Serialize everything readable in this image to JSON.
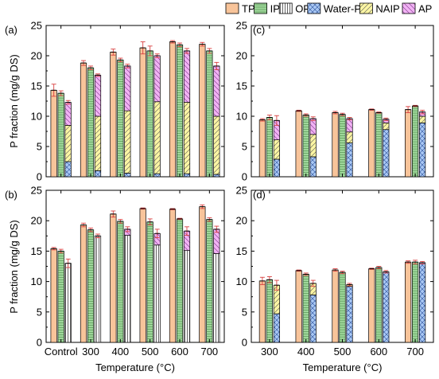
{
  "colors": {
    "TP": "#f8c49a",
    "IP": "#9ed79a",
    "OP": "#ffffff",
    "Water-P": "#a9c8f4",
    "NAIP": "#fbf5a3",
    "AP": "#f1b2f3",
    "error": "#d94040"
  },
  "legend": {
    "entries": [
      {
        "key": "TP",
        "label": "TP"
      },
      {
        "key": "IP",
        "label": "IP"
      },
      {
        "key": "OP",
        "label": "OP"
      },
      {
        "key": "Water-P",
        "label": "Water-P"
      },
      {
        "key": "NAIP",
        "label": "NAIP"
      },
      {
        "key": "AP",
        "label": "AP"
      }
    ]
  },
  "chart_data": [
    {
      "panel": "(a)",
      "type": "bar",
      "grouped_stacked": true,
      "ylabel": "P fraction (mg/g DS)",
      "xlabel": "",
      "ylim": [
        0,
        25
      ],
      "yticks": [
        0,
        5,
        10,
        15,
        20,
        25
      ],
      "categories": [
        "Control",
        "300",
        "400",
        "500",
        "600",
        "700"
      ],
      "show_category_labels": false,
      "bars": [
        {
          "key": "TP",
          "segments": [
            {
              "key": "TP",
              "values": [
                14.3,
                18.8,
                20.6,
                21.3,
                22.3,
                21.9
              ]
            }
          ],
          "errors": [
            1.0,
            0.4,
            0.5,
            1.0,
            0.2,
            0.3
          ]
        },
        {
          "key": "IP",
          "segments": [
            {
              "key": "IP",
              "values": [
                13.8,
                18.0,
                19.3,
                20.8,
                21.8,
                20.8
              ]
            }
          ],
          "errors": [
            0.4,
            0.3,
            0.3,
            0.8,
            0.3,
            0.4
          ]
        },
        {
          "key": "sub",
          "segments": [
            {
              "key": "Water-P",
              "values": [
                2.5,
                1.0,
                0.6,
                0.5,
                0.5,
                0.4
              ]
            },
            {
              "key": "NAIP",
              "values": [
                6.0,
                9.0,
                10.3,
                11.9,
                11.8,
                9.6
              ]
            },
            {
              "key": "AP",
              "values": [
                3.8,
                6.8,
                7.4,
                7.6,
                8.5,
                8.3
              ]
            }
          ],
          "errors": [
            0.3,
            0.2,
            0.3,
            0.3,
            0.4,
            0.6
          ]
        }
      ]
    },
    {
      "panel": "(c)",
      "type": "bar",
      "grouped_stacked": true,
      "ylabel": "",
      "xlabel": "",
      "ylim": [
        0,
        25
      ],
      "yticks": [
        0,
        5,
        10,
        15,
        20,
        25
      ],
      "categories": [
        "300",
        "400",
        "500",
        "600",
        "700"
      ],
      "show_category_labels": false,
      "bars": [
        {
          "key": "TP",
          "segments": [
            {
              "key": "TP",
              "values": [
                9.4,
                10.9,
                10.6,
                11.1,
                11.1
              ]
            }
          ],
          "errors": [
            0.2,
            0.1,
            0.2,
            0.1,
            0.5
          ]
        },
        {
          "key": "IP",
          "segments": [
            {
              "key": "IP",
              "values": [
                9.8,
                10.2,
                10.3,
                10.6,
                11.7
              ]
            }
          ],
          "errors": [
            0.4,
            0.2,
            0.2,
            0.1,
            0.1
          ]
        },
        {
          "key": "sub",
          "segments": [
            {
              "key": "Water-P",
              "values": [
                2.9,
                3.3,
                5.6,
                7.8,
                8.9
              ]
            },
            {
              "key": "NAIP",
              "values": [
                3.2,
                3.7,
                1.8,
                1.1,
                1.1
              ]
            },
            {
              "key": "AP",
              "values": [
                3.2,
                2.6,
                2.2,
                0.6,
                0.7
              ]
            }
          ],
          "errors": [
            0.8,
            0.3,
            0.2,
            0.2,
            0.3
          ]
        }
      ]
    },
    {
      "panel": "(b)",
      "type": "bar",
      "grouped_stacked": true,
      "ylabel": "P fraction (mg/g DS)",
      "xlabel": "Temperature (°C)",
      "ylim": [
        0,
        25
      ],
      "yticks": [
        0,
        5,
        10,
        15,
        20,
        25
      ],
      "categories": [
        "Control",
        "300",
        "400",
        "500",
        "600",
        "700"
      ],
      "show_category_labels": true,
      "bars": [
        {
          "key": "TP",
          "segments": [
            {
              "key": "TP",
              "values": [
                15.4,
                19.3,
                21.1,
                22.0,
                21.9,
                22.3
              ]
            }
          ],
          "errors": [
            0.2,
            0.3,
            0.5,
            0.1,
            0.1,
            0.3
          ]
        },
        {
          "key": "IP",
          "segments": [
            {
              "key": "IP",
              "values": [
                15.0,
                18.5,
                19.9,
                19.8,
                20.3,
                20.2
              ]
            }
          ],
          "errors": [
            0.3,
            0.3,
            0.3,
            0.5,
            0.1,
            0.3
          ]
        },
        {
          "key": "sub",
          "segments": [
            {
              "key": "OP",
              "values": [
                13.0,
                17.5,
                17.6,
                16.0,
                15.1,
                14.6
              ]
            },
            {
              "key": "AP",
              "values": [
                0.0,
                0.0,
                1.0,
                1.9,
                3.2,
                4.0
              ]
            }
          ],
          "errors": [
            0.7,
            0.3,
            0.4,
            0.7,
            0.7,
            0.5
          ]
        }
      ]
    },
    {
      "panel": "(d)",
      "type": "bar",
      "grouped_stacked": true,
      "ylabel": "",
      "xlabel": "Temperature (°C)",
      "ylim": [
        0,
        25
      ],
      "yticks": [
        0,
        5,
        10,
        15,
        20,
        25
      ],
      "categories": [
        "300",
        "400",
        "500",
        "600",
        "700"
      ],
      "show_category_labels": true,
      "bars": [
        {
          "key": "TP",
          "segments": [
            {
              "key": "TP",
              "values": [
                10.1,
                11.8,
                11.9,
                12.1,
                13.2
              ]
            }
          ],
          "errors": [
            0.6,
            0.1,
            0.2,
            0.1,
            0.2
          ]
        },
        {
          "key": "IP",
          "segments": [
            {
              "key": "IP",
              "values": [
                10.3,
                11.2,
                11.5,
                12.3,
                13.2
              ]
            }
          ],
          "errors": [
            0.5,
            0.2,
            0.2,
            0.2,
            0.3
          ]
        },
        {
          "key": "sub",
          "segments": [
            {
              "key": "Water-P",
              "values": [
                4.7,
                7.8,
                9.2,
                11.6,
                13.1
              ]
            },
            {
              "key": "NAIP",
              "values": [
                4.7,
                1.9,
                0.3,
                0.0,
                0.0
              ]
            }
          ],
          "errors": [
            0.8,
            0.5,
            0.2,
            0.2,
            0.2
          ]
        }
      ]
    }
  ]
}
